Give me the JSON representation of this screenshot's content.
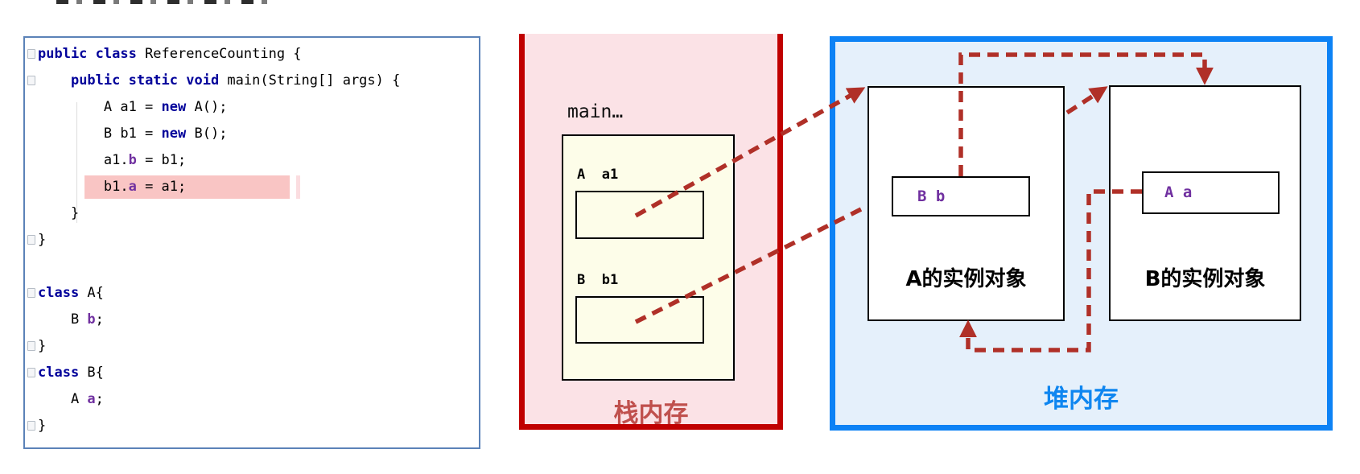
{
  "code_panel": {
    "border_color": "#5b82b8",
    "keyword_color": "#00009a",
    "field_color": "#7030a0",
    "highlight_color": "#f9c5c4",
    "fold_marker_lines": [
      0,
      1,
      7,
      9,
      11,
      12,
      14
    ],
    "lines": [
      {
        "highlight": false,
        "segments": [
          {
            "s": "kw",
            "t": "public class "
          },
          {
            "s": "pl",
            "t": "ReferenceCounting {"
          }
        ]
      },
      {
        "highlight": false,
        "segments": [
          {
            "s": "pl",
            "t": "    "
          },
          {
            "s": "kw",
            "t": "public static void "
          },
          {
            "s": "pl",
            "t": "main(String[] args) {"
          }
        ]
      },
      {
        "highlight": false,
        "segments": [
          {
            "s": "pl",
            "t": "        A a1 = "
          },
          {
            "s": "kw",
            "t": "new"
          },
          {
            "s": "pl",
            "t": " A();"
          }
        ]
      },
      {
        "highlight": false,
        "segments": [
          {
            "s": "pl",
            "t": "        B b1 = "
          },
          {
            "s": "kw",
            "t": "new"
          },
          {
            "s": "pl",
            "t": " B();"
          }
        ]
      },
      {
        "highlight": false,
        "segments": [
          {
            "s": "pl",
            "t": "        a1."
          },
          {
            "s": "fld",
            "t": "b"
          },
          {
            "s": "pl",
            "t": " = b1;"
          }
        ]
      },
      {
        "highlight": true,
        "segments": [
          {
            "s": "pl",
            "t": "        b1."
          },
          {
            "s": "fld",
            "t": "a"
          },
          {
            "s": "pl",
            "t": " = a1;"
          }
        ]
      },
      {
        "highlight": false,
        "segments": [
          {
            "s": "pl",
            "t": "    }"
          }
        ]
      },
      {
        "highlight": false,
        "segments": [
          {
            "s": "pl",
            "t": "}"
          }
        ]
      },
      {
        "highlight": false,
        "segments": []
      },
      {
        "highlight": false,
        "segments": [
          {
            "s": "kw",
            "t": "class "
          },
          {
            "s": "pl",
            "t": "A{"
          }
        ]
      },
      {
        "highlight": false,
        "segments": [
          {
            "s": "pl",
            "t": "    B "
          },
          {
            "s": "fld",
            "t": "b"
          },
          {
            "s": "pl",
            "t": ";"
          }
        ]
      },
      {
        "highlight": false,
        "segments": [
          {
            "s": "pl",
            "t": "}"
          }
        ]
      },
      {
        "highlight": false,
        "segments": [
          {
            "s": "kw",
            "t": "class "
          },
          {
            "s": "pl",
            "t": "B{"
          }
        ]
      },
      {
        "highlight": false,
        "segments": [
          {
            "s": "pl",
            "t": "    A "
          },
          {
            "s": "fld",
            "t": "a"
          },
          {
            "s": "pl",
            "t": ";"
          }
        ]
      },
      {
        "highlight": false,
        "segments": [
          {
            "s": "pl",
            "t": "}"
          }
        ]
      }
    ]
  },
  "stack_box": {
    "label": "栈内存",
    "label_color": "#c0504d",
    "border_color": "#c00000",
    "fill": "#fbe2e6",
    "frame_label": "main…",
    "frame_fill": "#fdfde9",
    "vars": [
      {
        "name": "A  a1"
      },
      {
        "name": "B  b1"
      }
    ]
  },
  "heap_box": {
    "label": "堆内存",
    "label_color": "#0f86f0",
    "border_color": "#0d82f5",
    "fill": "#e5f0fb",
    "objects": [
      {
        "title": "A的实例对象",
        "field": "B b"
      },
      {
        "title": "B的实例对象",
        "field": "A a"
      }
    ]
  },
  "arrows": {
    "color": "#b03028",
    "style": "dashed",
    "list": [
      {
        "name": "a1-to-A-instance",
        "from": "stack slot A a1",
        "to": "A instance box top-left"
      },
      {
        "name": "b1-to-B-instance",
        "from": "stack slot B b1",
        "to": "B instance box top-left"
      },
      {
        "name": "field-b-to-B-instance",
        "from": "field B b",
        "to": "B instance box top"
      },
      {
        "name": "field-a-to-A-instance",
        "from": "field A a",
        "to": "A instance box bottom"
      }
    ]
  }
}
